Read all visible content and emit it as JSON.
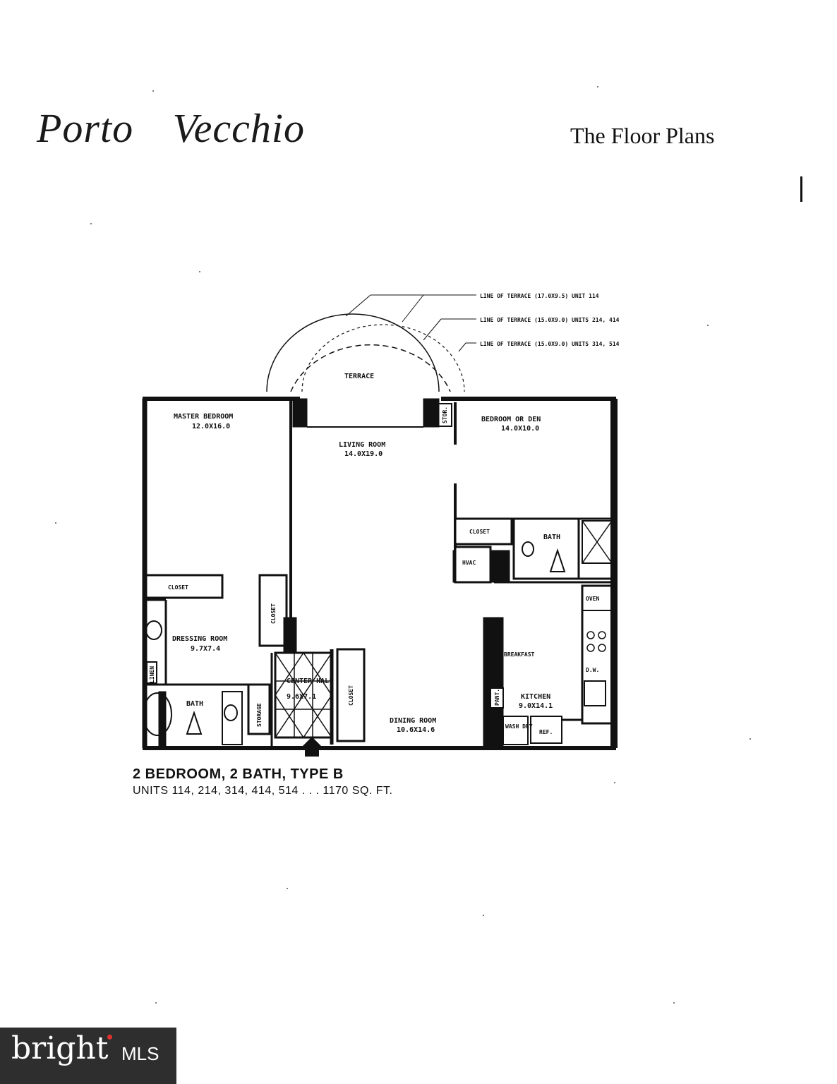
{
  "header": {
    "brand": "Porto   Vecchio",
    "subtitle": "The Floor Plans"
  },
  "terrace_notes": [
    "LINE OF TERRACE (17.0X9.5) UNIT 114",
    "LINE OF TERRACE (15.0X9.0) UNITS 214, 414",
    "LINE OF TERRACE (15.0X9.0) UNITS 314, 514"
  ],
  "rooms": {
    "terrace": "TERRACE",
    "master_bedroom": {
      "name": "MASTER BEDROOM",
      "size": "12.0X16.0"
    },
    "living_room": {
      "name": "LIVING ROOM",
      "size": "14.0X19.0"
    },
    "bedroom_den": {
      "name": "BEDROOM OR DEN",
      "size": "14.0X10.0"
    },
    "stor": "STOR.",
    "closet_den": "CLOSET",
    "hvac": "HVAC",
    "bath2": "BATH",
    "oven": "OVEN",
    "closet_master": "CLOSET",
    "closet_vert": "CLOSET",
    "dressing_room": {
      "name": "DRESSING ROOM",
      "size": "9.7X7.4"
    },
    "linen": "LINEN",
    "breakfast": "BREAKFAST",
    "dw": "D.W.",
    "center_hall": {
      "name": "CENTER HALL",
      "size": "9.6X7.1"
    },
    "closet_hall": "CLOSET",
    "pant": "PANT.",
    "kitchen": {
      "name": "KITCHEN",
      "size": "9.0X14.1"
    },
    "bath1": "BATH",
    "storage": "STORAGE",
    "dining_room": {
      "name": "DINING ROOM",
      "size": "10.6X14.6"
    },
    "wash_dry": "WASH DRY",
    "ref": "REF."
  },
  "plan": {
    "title": "2 BEDROOM, 2 BATH, TYPE B",
    "units": "UNITS 114, 214, 314, 414, 514 . . . 1170 SQ. FT."
  },
  "logo": {
    "brand": "bright",
    "suffix": "MLS"
  }
}
